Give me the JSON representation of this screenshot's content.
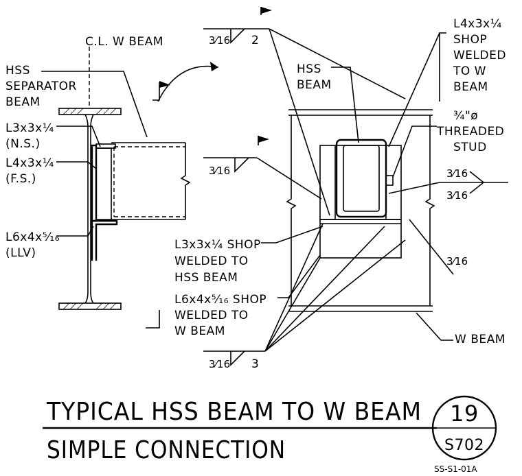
{
  "left_view": {
    "cl_label": "C.L. W BEAM",
    "hss_label": [
      "HSS",
      "SEPARATOR",
      "BEAM"
    ],
    "l3_label": [
      "L3x3x¼",
      "(N.S.)"
    ],
    "l4_label": [
      "L4x3x¼",
      "(F.S.)"
    ],
    "l6_label": [
      "L6x4x⁵⁄₁₆",
      "(LLV)"
    ]
  },
  "right_view": {
    "weld_top": {
      "size": "3⁄16",
      "length": "2"
    },
    "weld_left": {
      "size": "3⁄16"
    },
    "weld_right_top": {
      "size": "3⁄16"
    },
    "weld_right_mid": {
      "size": "3⁄16"
    },
    "weld_right_low": {
      "size": "3⁄16"
    },
    "weld_bottom": {
      "size": "3⁄16",
      "length": "3"
    },
    "hss_label": [
      "HSS",
      "BEAM"
    ],
    "l4_shop_label": [
      "L4x3x¼",
      "SHOP",
      "WELDED",
      "TO W",
      "BEAM"
    ],
    "stud_label": [
      "¾\"ø",
      "THREADED",
      "STUD"
    ],
    "l3_shop_label": [
      "L3x3x¼ SHOP",
      "WELDED TO",
      "HSS BEAM"
    ],
    "l6_shop_label": [
      "L6x4x⁵⁄₁₆ SHOP",
      "WELDED TO",
      "W BEAM"
    ],
    "w_beam_label": "W BEAM"
  },
  "title_block": {
    "line1": "TYPICAL HSS BEAM TO W BEAM",
    "line2": "SIMPLE CONNECTION",
    "detail_number": "19",
    "sheet_number": "S702",
    "drawing_id": "SS-S1-01A"
  }
}
